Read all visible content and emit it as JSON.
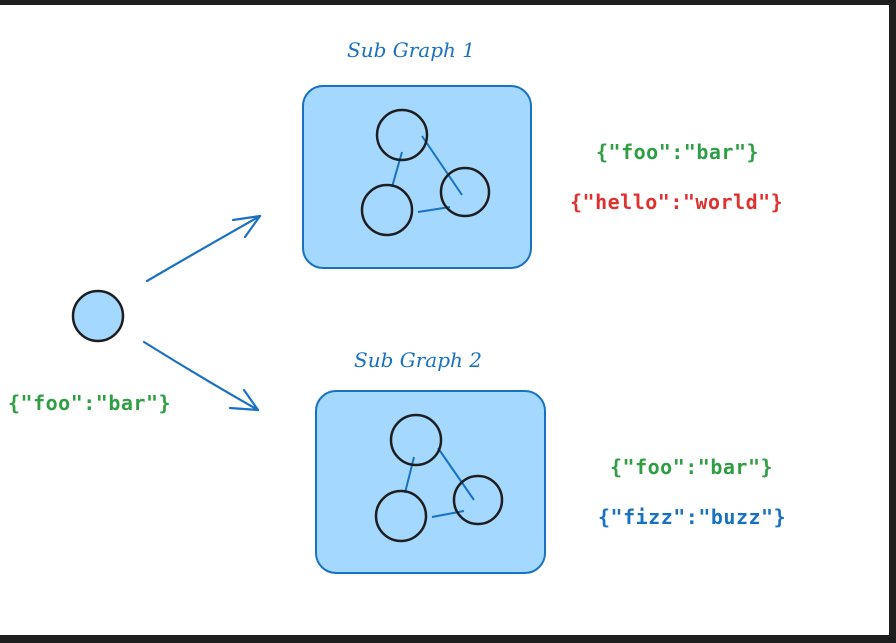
{
  "subgraph1": {
    "title": "Sub Graph 1",
    "state_lines": [
      "{\"foo\":\"bar\"}",
      "{\"hello\":\"world\"}"
    ]
  },
  "subgraph2": {
    "title": "Sub Graph 2",
    "state_lines": [
      "{\"foo\":\"bar\"}",
      "{\"fizz\":\"buzz\"}"
    ]
  },
  "input_state": "{\"foo\":\"bar\"}",
  "colors": {
    "box_fill": "#a5d8ff",
    "box_stroke": "#1971c2",
    "node_stroke": "#1e1e1e",
    "arrow": "#1971c2",
    "green_text": "#2f9e44",
    "red_text": "#e03131",
    "blue_text": "#1971c2",
    "frame": "#1e1e1e"
  }
}
